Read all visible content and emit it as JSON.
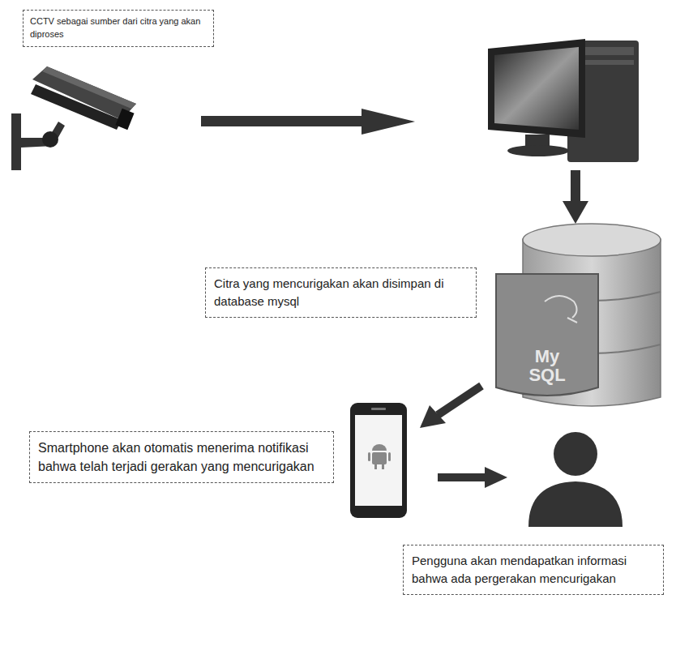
{
  "diagram": {
    "nodes": [
      {
        "text": [
          "CCTV sebagai sumber dari citra yang akan diproses"
        ]
      },
      {
        "text": [
          "Citra yang mencurigakan akan disimpan di database mysql"
        ]
      },
      {
        "text": [
          "Smartphone akan otomatis menerima notifikasi bahwa telah terjadi gerakan yang mencurigakan"
        ]
      },
      {
        "text": [
          "Pengguna akan mendapatkan informasi bahwa ada pergerakan mencurigakan"
        ]
      }
    ],
    "labels": [
      "My SQL"
    ]
  }
}
